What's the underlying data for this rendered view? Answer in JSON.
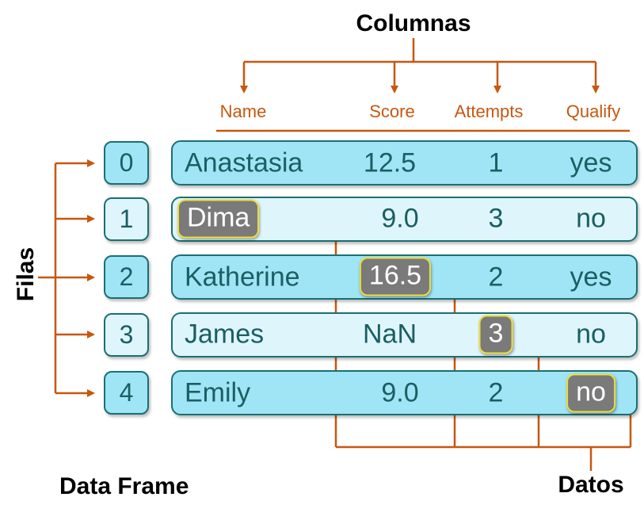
{
  "labels": {
    "columns_title": "Columnas",
    "rows_title": "Filas",
    "data_title": "Datos",
    "frame_title": "Data Frame"
  },
  "columns": [
    "Name",
    "Score",
    "Attempts",
    "Qualify"
  ],
  "index": [
    "0",
    "1",
    "2",
    "3",
    "4"
  ],
  "rows": [
    {
      "name": "Anastasia",
      "score": "12.5",
      "attempts": "1",
      "qualify": "yes"
    },
    {
      "name": "Dima",
      "score": "9.0",
      "attempts": "3",
      "qualify": "no"
    },
    {
      "name": "Katherine",
      "score": "16.5",
      "attempts": "2",
      "qualify": "yes"
    },
    {
      "name": "James",
      "score": "NaN",
      "attempts": "3",
      "qualify": "no"
    },
    {
      "name": "Emily",
      "score": "9.0",
      "attempts": "2",
      "qualify": "no"
    }
  ],
  "highlighted_cells": [
    {
      "row": 1,
      "column": "Name"
    },
    {
      "row": 2,
      "column": "Score"
    },
    {
      "row": 3,
      "column": "Attempts"
    },
    {
      "row": 4,
      "column": "Qualify"
    }
  ],
  "colors": {
    "connector": "#c8570f",
    "row_dark": "#9fe5f5",
    "row_light": "#def6fb",
    "border": "#1b6f73",
    "text": "#1b5e63",
    "highlight_fill": "#7a7a7a",
    "highlight_border": "#f0dc3c"
  }
}
